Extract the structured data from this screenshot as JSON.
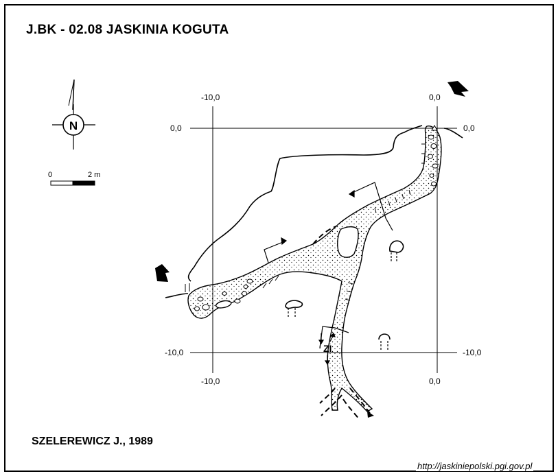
{
  "title": "J.BK - 02.08  JASKINIA KOGUTA",
  "author": "SZELEREWICZ J., 1989",
  "source_url": "http://jaskiniepolski.pgi.gov.pl",
  "compass": {
    "label": "N",
    "icon": "north-arrow-icon"
  },
  "scale_bar": {
    "start_label": "0",
    "end_label": "2 m"
  },
  "grid_labels": {
    "top_left_x": "-10,0",
    "top_right_x": "0,0",
    "left_top_y": "0,0",
    "right_top_y": "0,0",
    "left_bottom_y": "-10,0",
    "right_bottom_y": "-10,0",
    "bottom_left_x": "-10,0",
    "bottom_right_x": "0,0"
  },
  "cave_label": "ZI",
  "colors": {
    "ink": "#000000",
    "background": "#ffffff",
    "floor_stipple": "#000000"
  }
}
